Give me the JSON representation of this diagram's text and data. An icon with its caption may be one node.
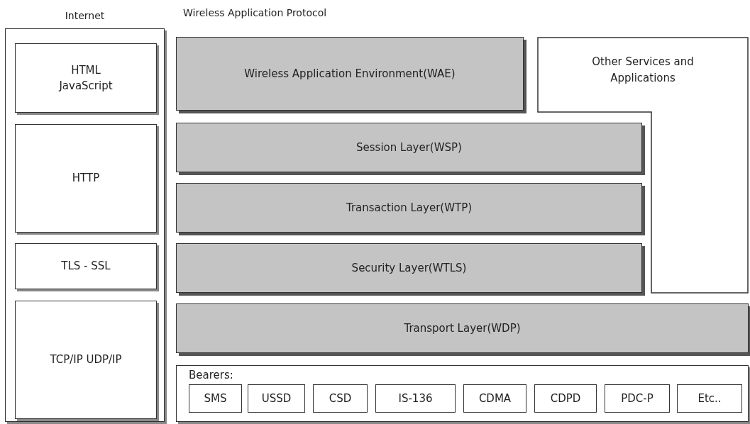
{
  "diagram": {
    "nodes": [
      {
        "text": [
          "Internet"
        ]
      },
      {
        "text": [
          "HTML JavaScript"
        ],
        "in": 0
      },
      {
        "text": [
          "HTTP"
        ],
        "in": 0
      },
      {
        "text": [
          "TLS - SSL"
        ],
        "in": 0
      },
      {
        "text": [
          "TCP/IP UDP/IP"
        ],
        "in": 0
      },
      {
        "text": [
          "Wireless Application Environment(WAE)"
        ]
      },
      {
        "text": [
          "Other Services and Applications"
        ]
      },
      {
        "text": [
          "Session Layer(WSP)"
        ]
      },
      {
        "text": [
          "Transaction Layer(WTP)"
        ]
      },
      {
        "text": [
          "Security Layer(WTLS)"
        ]
      },
      {
        "text": [
          "Transport Layer(WDP)"
        ]
      },
      {
        "text": [
          "Bearers:"
        ]
      },
      {
        "text": [
          "SMS"
        ],
        "in": 11
      },
      {
        "text": [
          "USSD"
        ],
        "in": 11
      },
      {
        "text": [
          "CSD"
        ],
        "in": 11
      },
      {
        "text": [
          "IS-136"
        ],
        "in": 11
      },
      {
        "text": [
          "CDMA"
        ],
        "in": 11
      },
      {
        "text": [
          "CDPD"
        ],
        "in": 11
      },
      {
        "text": [
          "PDC-P"
        ],
        "in": 11
      },
      {
        "text": [
          "Etc.."
        ],
        "in": 11
      }
    ],
    "edges": [],
    "labels": [
      "Wireless Application Protocol"
    ]
  }
}
